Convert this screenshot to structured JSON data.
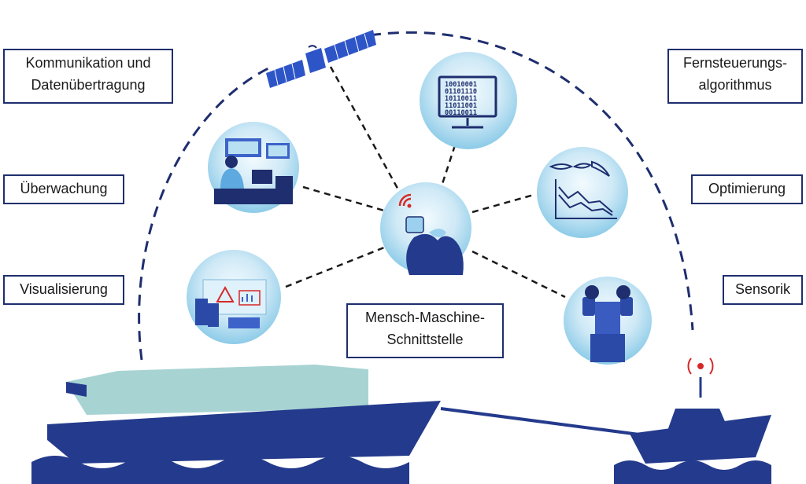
{
  "labels": {
    "communication": [
      "Kommunikation und",
      "Datenübertragung"
    ],
    "monitoring": "Überwachung",
    "visualization": "Visualisierung",
    "remote_control": [
      "Fernsteuerungs-",
      "algorithmus"
    ],
    "optimization": "Optimierung",
    "sensors": "Sensorik",
    "hmi": [
      "Mensch-Maschine-",
      "Schnittstelle"
    ]
  },
  "binary_display": [
    "10010001",
    "01101110",
    "10110011",
    "11011001",
    "00110011"
  ],
  "colors": {
    "navy": "#1e2e6e",
    "ship_navy": "#243a8c",
    "container": "#a8d3d3",
    "circle_light": "#eaf6fc",
    "circle_mid": "#a9d8ee",
    "alert_red": "#d62828"
  },
  "icons": {
    "satellite": "satellite-icon",
    "monitor": "binary-monitor-icon",
    "chart": "optimization-chart-icon",
    "camera": "sensor-camera-icon",
    "hand": "hand-phone-icon",
    "control_room": "control-room-icon",
    "bridge": "ship-bridge-icon"
  }
}
